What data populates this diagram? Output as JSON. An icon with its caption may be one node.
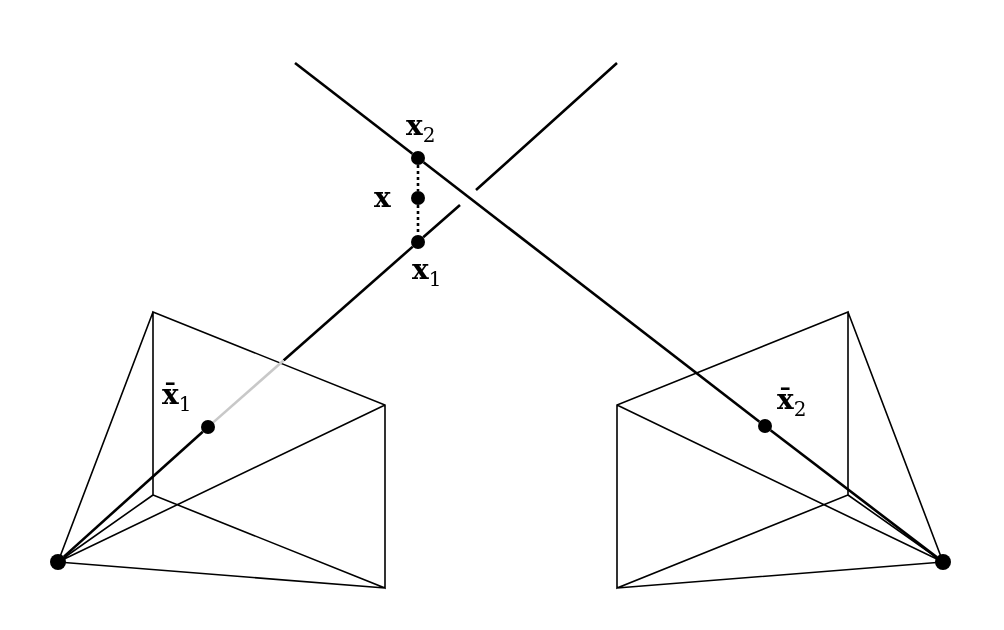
{
  "diagram": {
    "nodes": [
      {
        "text": [
          "**x**$_{2}$"
        ]
      },
      {
        "text": [
          "**x**"
        ]
      },
      {
        "text": [
          "**x**$_{1}$"
        ]
      },
      {
        "text": [
          "**x̄**$_{1}$"
        ]
      },
      {
        "text": [
          "**x̄**$_{2}$"
        ]
      },
      {
        "text": [],
        "shape": "circle"
      },
      {
        "text": [],
        "shape": "circle"
      }
    ],
    "edges": [
      {
        "from": 0,
        "to": 1,
        "arrow": "none",
        "style": "dashed"
      },
      {
        "from": 1,
        "to": 2,
        "arrow": "none",
        "style": "dashed"
      },
      {
        "from": 5,
        "to": 3,
        "arrow": "none"
      },
      {
        "from": 3,
        "to": 2,
        "arrow": "none"
      },
      {
        "from": 2,
        "to": null,
        "arrow": "none"
      },
      {
        "from": 6,
        "to": 4,
        "arrow": "none"
      },
      {
        "from": 4,
        "to": 0,
        "arrow": "none"
      },
      {
        "from": 0,
        "to": null,
        "arrow": "none"
      }
    ]
  }
}
